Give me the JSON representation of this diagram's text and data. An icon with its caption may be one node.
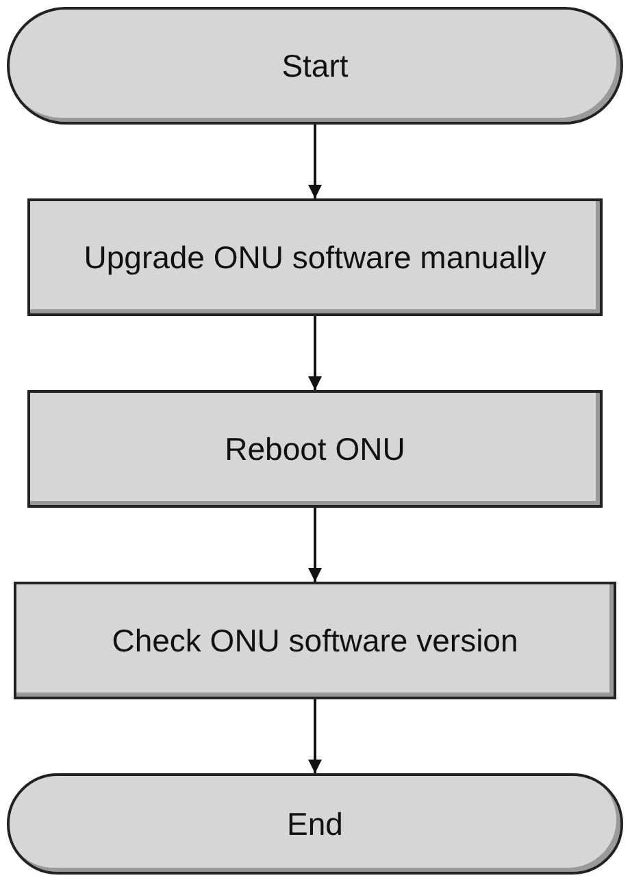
{
  "diagram": {
    "nodes": [
      {
        "text": [
          "Start"
        ]
      },
      {
        "text": [
          "Upgrade ONU software manually"
        ]
      },
      {
        "text": [
          "Reboot ONU"
        ]
      },
      {
        "text": [
          "Check ONU software version"
        ]
      },
      {
        "text": [
          "End"
        ]
      }
    ],
    "edges": [
      {
        "from": 0,
        "to": 1,
        "arrow": "to"
      },
      {
        "from": 1,
        "to": 2,
        "arrow": "to"
      },
      {
        "from": 2,
        "to": 3,
        "arrow": "to"
      },
      {
        "from": 3,
        "to": 4,
        "arrow": "to"
      }
    ]
  }
}
